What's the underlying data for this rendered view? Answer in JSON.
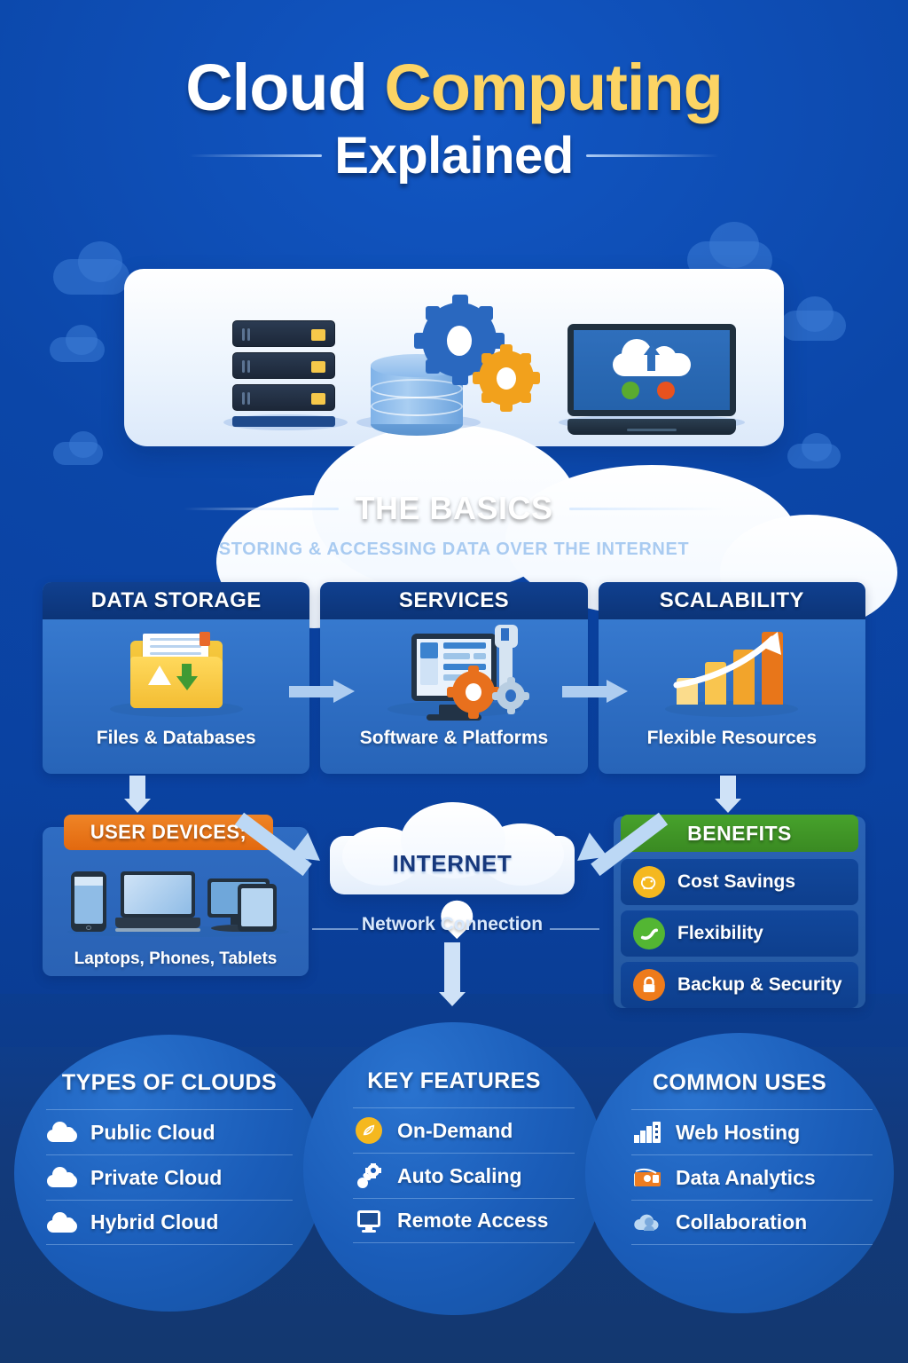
{
  "title": {
    "word1": "Cloud",
    "word2": "Computing",
    "word3": "Explained"
  },
  "hero": {
    "icons": [
      "server-stack-icon",
      "database-icon",
      "gears-icon",
      "laptop-cloud-upload-icon"
    ]
  },
  "section": {
    "title": "THE BASICS",
    "subtitle": "STORING & ACCESSING DATA OVER THE INTERNET"
  },
  "cards": [
    {
      "header": "DATA STORAGE",
      "caption": "Files & Databases",
      "icon": "folder-files-icon"
    },
    {
      "header": "SERVICES",
      "caption": "Software & Platforms",
      "icon": "monitor-gears-wrench-icon"
    },
    {
      "header": "SCALABILITY",
      "caption": "Flexible Resources",
      "icon": "growth-bar-chart-icon"
    }
  ],
  "user_devices": {
    "header": "USER DEVICES;",
    "caption": "Laptops, Phones, Tablets",
    "icon": "devices-icon"
  },
  "internet": {
    "label": "INTERNET",
    "caption": "Network Connection",
    "icon": "cloud-icon"
  },
  "benefits": {
    "header": "BENEFITS",
    "items": [
      {
        "label": "Cost Savings",
        "icon": "piggy-bank-icon",
        "color": "#f5b81f"
      },
      {
        "label": "Flexibility",
        "icon": "flex-arrow-icon",
        "color": "#53b633"
      },
      {
        "label": "Backup & Security",
        "icon": "lock-icon",
        "color": "#ee7b1b"
      }
    ]
  },
  "bottom": [
    {
      "title": "TYPES OF CLOUDS",
      "items": [
        {
          "label": "Public Cloud",
          "icon": "cloud-icon"
        },
        {
          "label": "Private Cloud",
          "icon": "cloud-icon"
        },
        {
          "label": "Hybrid Cloud",
          "icon": "cloud-icon"
        }
      ]
    },
    {
      "title": "KEY FEATURES",
      "items": [
        {
          "label": "On-Demand",
          "icon": "on-demand-icon"
        },
        {
          "label": "Auto Scaling",
          "icon": "wrench-gear-icon"
        },
        {
          "label": "Remote Access",
          "icon": "monitor-icon"
        }
      ]
    },
    {
      "title": "COMMON USES",
      "items": [
        {
          "label": "Web Hosting",
          "icon": "server-bars-icon"
        },
        {
          "label": "Data Analytics",
          "icon": "orange-folder-icon"
        },
        {
          "label": "Collaboration",
          "icon": "cloud-people-icon"
        }
      ]
    }
  ],
  "colors": {
    "background": "#0a46ab",
    "card_header": "#10408f",
    "accent_gold": "#fcd464",
    "accent_orange": "#ef8426",
    "accent_green": "#47a22c",
    "light_blue_text": "#a9cbf1"
  }
}
